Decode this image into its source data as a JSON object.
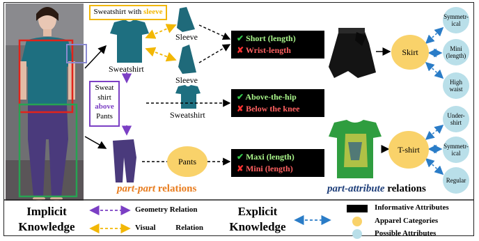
{
  "colors": {
    "geometry": "#7b3fc4",
    "visual": "#f2b705",
    "explicit": "#2a7cc7",
    "category": "#f9d26a",
    "possible": "#b9dfe9",
    "partpart": "#e87c1e",
    "partattr": "#1f3f7a"
  },
  "implicit": {
    "label_sweatshirt_with": "Sweatshirt with",
    "label_sleeve_word": "sleeve",
    "geom_box": {
      "line1": "Sweat",
      "line2": "shirt",
      "line3": "above",
      "line4": "Pants"
    },
    "parts": {
      "sleeve_1": "Sleeve",
      "sleeve_2": "Sleeve",
      "sweatshirt_1": "Sweatshirt",
      "sweatshirt_2": "Sweatshirt",
      "pants": "Pants"
    },
    "attr_groups": [
      {
        "pos": "Short (length)",
        "neg": "Wrist-length"
      },
      {
        "pos": "Above-the-hip",
        "neg": "Below the knee"
      },
      {
        "pos": "Maxi (length)",
        "neg": "Mini (length)"
      }
    ],
    "title_italic": "part-part",
    "title_rest": "relations"
  },
  "explicit": {
    "categories": {
      "skirt": "Skirt",
      "tshirt": "T-shirt"
    },
    "skirt_attrs": [
      "Symmetr-ical",
      "Mini (length)",
      "High waist"
    ],
    "tshirt_attrs": [
      "Under-shirt",
      "Symmetr-ical",
      "Regular"
    ],
    "title_italic": "part-attribute",
    "title_rest": "relations"
  },
  "legend": {
    "implicit_line1": "Implicit",
    "implicit_line2": "Knowledge",
    "geometry": "Geometry Relation",
    "visual": "Visual",
    "visual2": "Relation",
    "explicit_line1": "Explicit",
    "explicit_line2": "Knowledge",
    "informative": "Informative Attributes",
    "apparel": "Apparel Categories",
    "possible": "Possible Attributes"
  },
  "icons": [
    "check-icon",
    "cross-icon"
  ]
}
